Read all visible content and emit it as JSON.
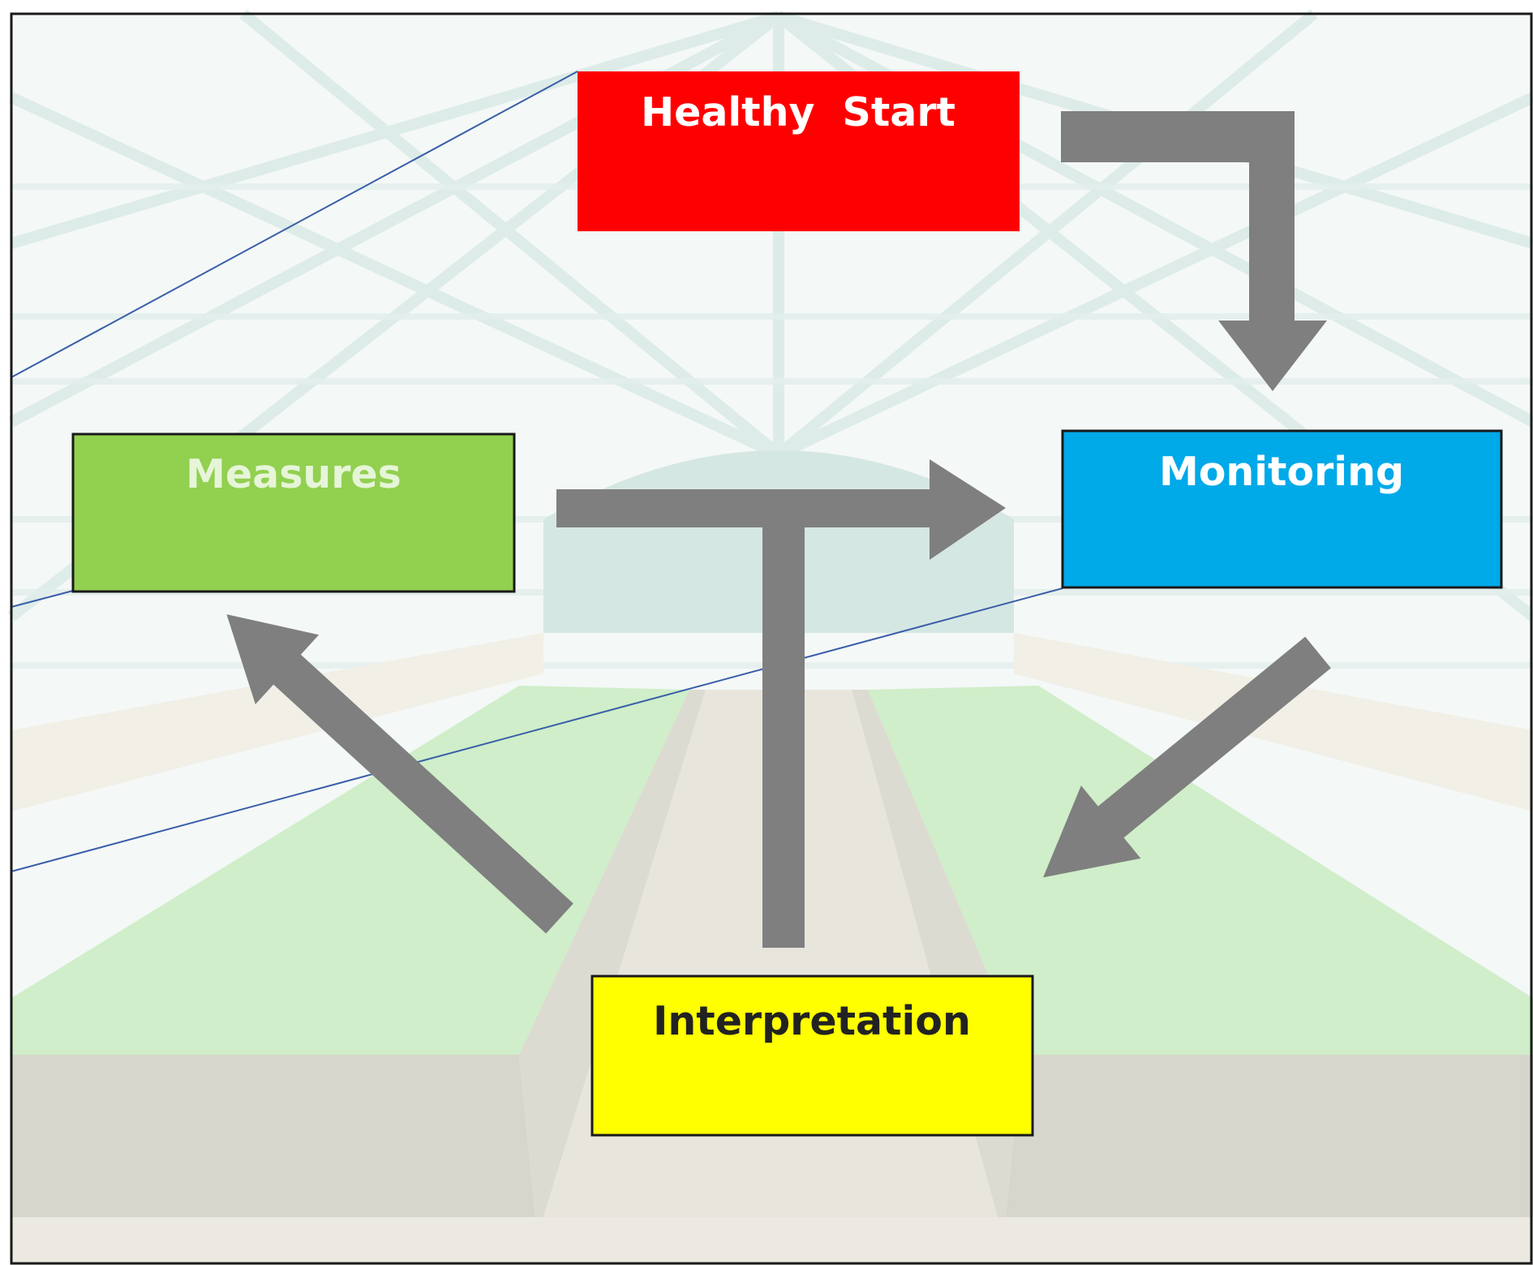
{
  "diagram": {
    "nodes": {
      "healthy_start": {
        "label": "Healthy  Start",
        "fill": "#ff0000",
        "text_color": "#ffffff"
      },
      "measures": {
        "label": "Measures",
        "fill": "#92d050",
        "text_color": "#e6f5d8"
      },
      "monitoring": {
        "label": "Monitoring",
        "fill": "#00a9e8",
        "text_color": "#ffffff"
      },
      "interpretation": {
        "label": "Interpretation",
        "fill": "#ffff00",
        "text_color": "#222222"
      }
    },
    "arrow_color": "#7f7f7f",
    "connector_color": "#3a5fa8",
    "frame_color": "#1a1a1a",
    "background": {
      "scene": "greenhouse-interior",
      "sky_color": "#f4f8f7",
      "bed_color": "#d0f0cc",
      "floor_color": "#ebe9e1"
    }
  }
}
